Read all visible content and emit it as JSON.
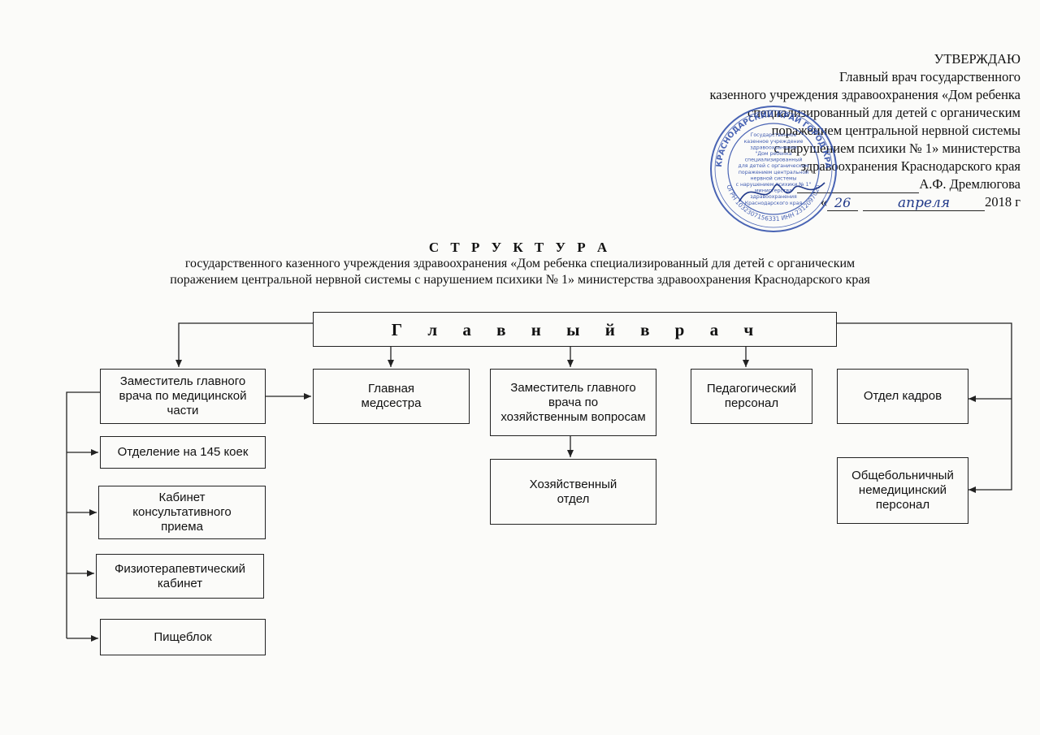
{
  "approval": {
    "heading": "УТВЕРЖДАЮ",
    "lines": [
      "Главный врач государственного",
      "казенного учреждения здравоохранения «Дом ребенка",
      "специализированный для детей с органическим",
      "поражением центральной нервной системы",
      "с нарушением психики № 1» министерства",
      "здравоохранения Краснодарского края"
    ],
    "signatory": "А.Ф. Дремлюгова",
    "date_prefix": "«",
    "date_day": "26",
    "date_month": "апреля",
    "date_year": "2018 г"
  },
  "stamp": {
    "ring_text": "РОССИЯ КРАСНОДАРСКИЙ КРАЙ ГОРОД КРАСНОДАР",
    "bottom_text": "ОГРН 1032307156331 ИНН 2312097020",
    "inner_lines": [
      "Государственное",
      "казенное учреждение",
      "здравоохранения",
      "\"Дом ребенка",
      "специализированный",
      "для детей с органическим",
      "поражением центральной",
      "нервной системы",
      "с нарушением психики № 1\"",
      "министерства",
      "здравоохранения",
      "Краснодарского края"
    ],
    "color": "#2b4aa8"
  },
  "title": "С Т Р У К Т У Р А",
  "subtitle_lines": [
    "государственного казенного учреждения здравоохранения «Дом ребенка специализированный для детей с органическим",
    "поражением центральной нервной системы с нарушением психики № 1» министерства здравоохранения Краснодарского края"
  ],
  "org": {
    "chief": "Г л а в н ы й   в р а ч",
    "deputy_medical": "Заместитель главного\nврача по медицинской\nчасти",
    "head_nurse": "Главная\nмедсестра",
    "deputy_economic": "Заместитель главного\nврача по\nхозяйственным вопросам",
    "pedagogical": "Педагогический\nперсонал",
    "hr": "Отдел кадров",
    "ward": "Отделение на 145 коек",
    "consult": "Кабинет\nконсультативного\nприема",
    "physio": "Физиотерапевтический\nкабинет",
    "kitchen": "Пищеблок",
    "economic_dept": "Хозяйственный\nотдел",
    "nonmedical": "Общебольничный\nнемедицинский\nперсонал"
  }
}
